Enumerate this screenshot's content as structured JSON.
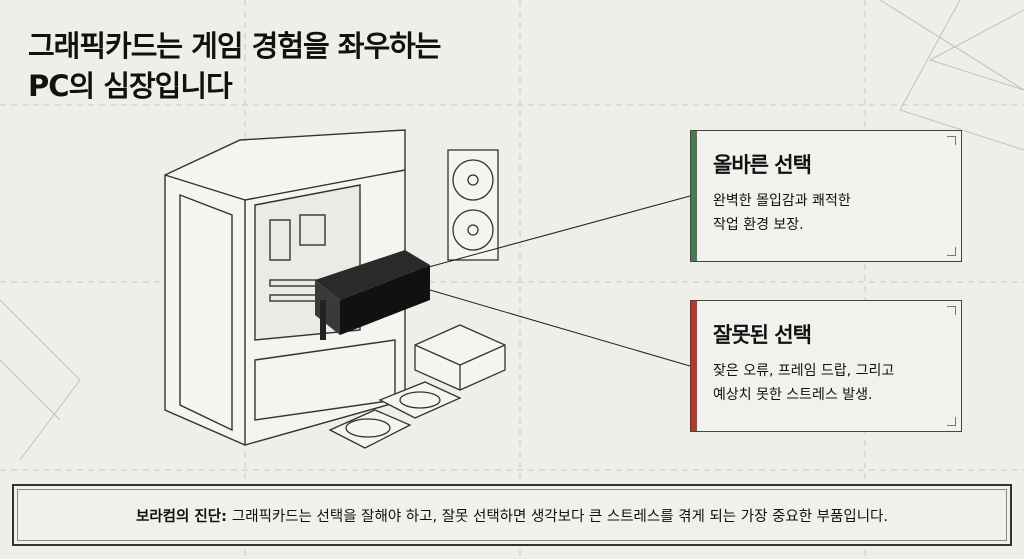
{
  "title": {
    "line1": "그래픽카드는 게임 경험을 좌우하는",
    "line2": "PC의 심장입니다"
  },
  "cards": [
    {
      "title": "올바른 선택",
      "line1": "완벽한 몰입감과 쾌적한",
      "line2": "작업 환경 보장.",
      "accent": "#4a7a52"
    },
    {
      "title": "잘못된 선택",
      "line1": "잦은 오류, 프레임 드랍, 그리고",
      "line2": "예상치 못한 스트레스 발생.",
      "accent": "#b03a2e"
    }
  ],
  "banner": {
    "label": "보라컴의 진단:",
    "text": "그래픽카드는 선택을 잘해야 하고, 잘못 선택하면 생각보다 큰 스트레스를 겪게 되는 가장 중요한 부품입니다."
  }
}
